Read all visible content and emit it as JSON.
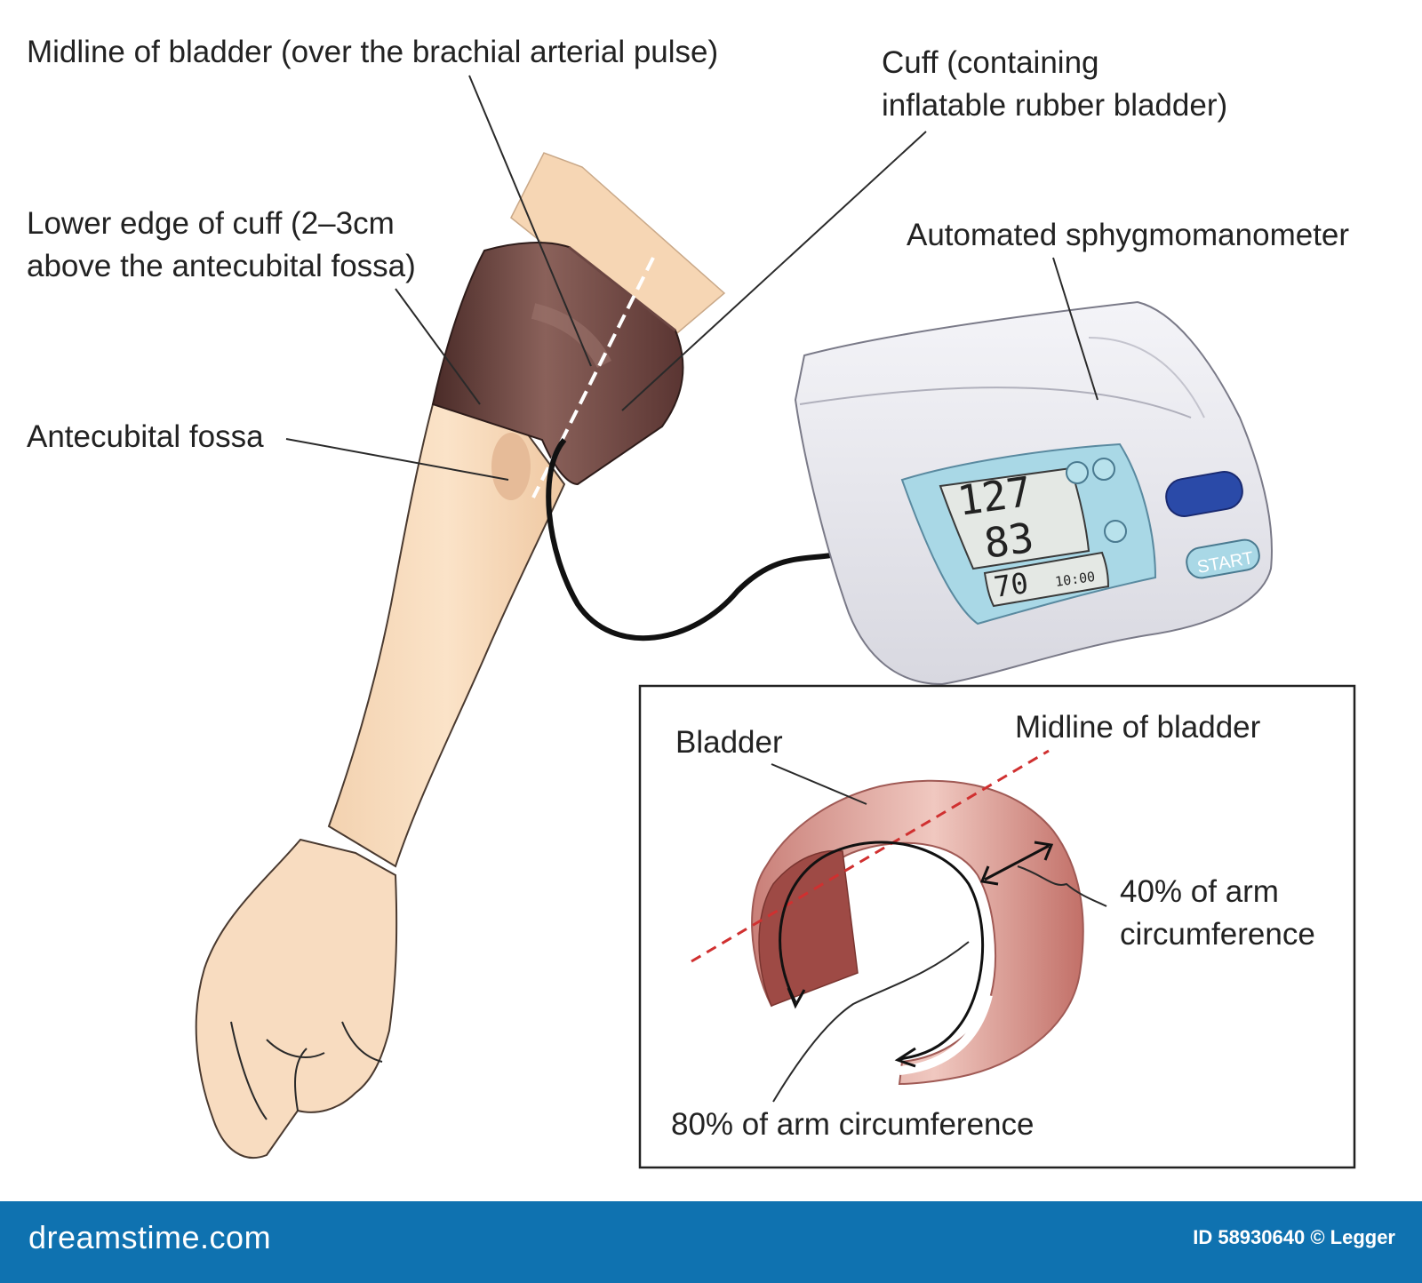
{
  "labels": {
    "midline_bladder_top": "Midline of bladder (over the brachial arterial pulse)",
    "cuff_line1": "Cuff (containing",
    "cuff_line2": "inflatable rubber bladder)",
    "lower_edge_line1": "Lower edge of cuff (2–3cm",
    "lower_edge_line2": "above the antecubital fossa)",
    "sphygmomanometer": "Automated sphygmomanometer",
    "antecubital": "Antecubital fossa"
  },
  "device": {
    "systolic": "127",
    "diastolic": "83",
    "pulse": "70",
    "time": "10:00",
    "start_label": "START",
    "colors": {
      "screen": "#a9d8e6",
      "button": "#2a4aa8",
      "body": "#ececf1"
    }
  },
  "inset": {
    "bladder": "Bladder",
    "midline": "Midline of bladder",
    "forty_line1": "40% of arm",
    "forty_line2": "circumference",
    "eighty": "80% of arm circumference",
    "colors": {
      "bladder": "#c97f78",
      "bladder_inner": "#9e4a45",
      "midline": "#d03030"
    }
  },
  "footer": {
    "logo": "dreamstime.com",
    "credit": "ID 58930640 © Legger",
    "color": "#0f72b0"
  }
}
